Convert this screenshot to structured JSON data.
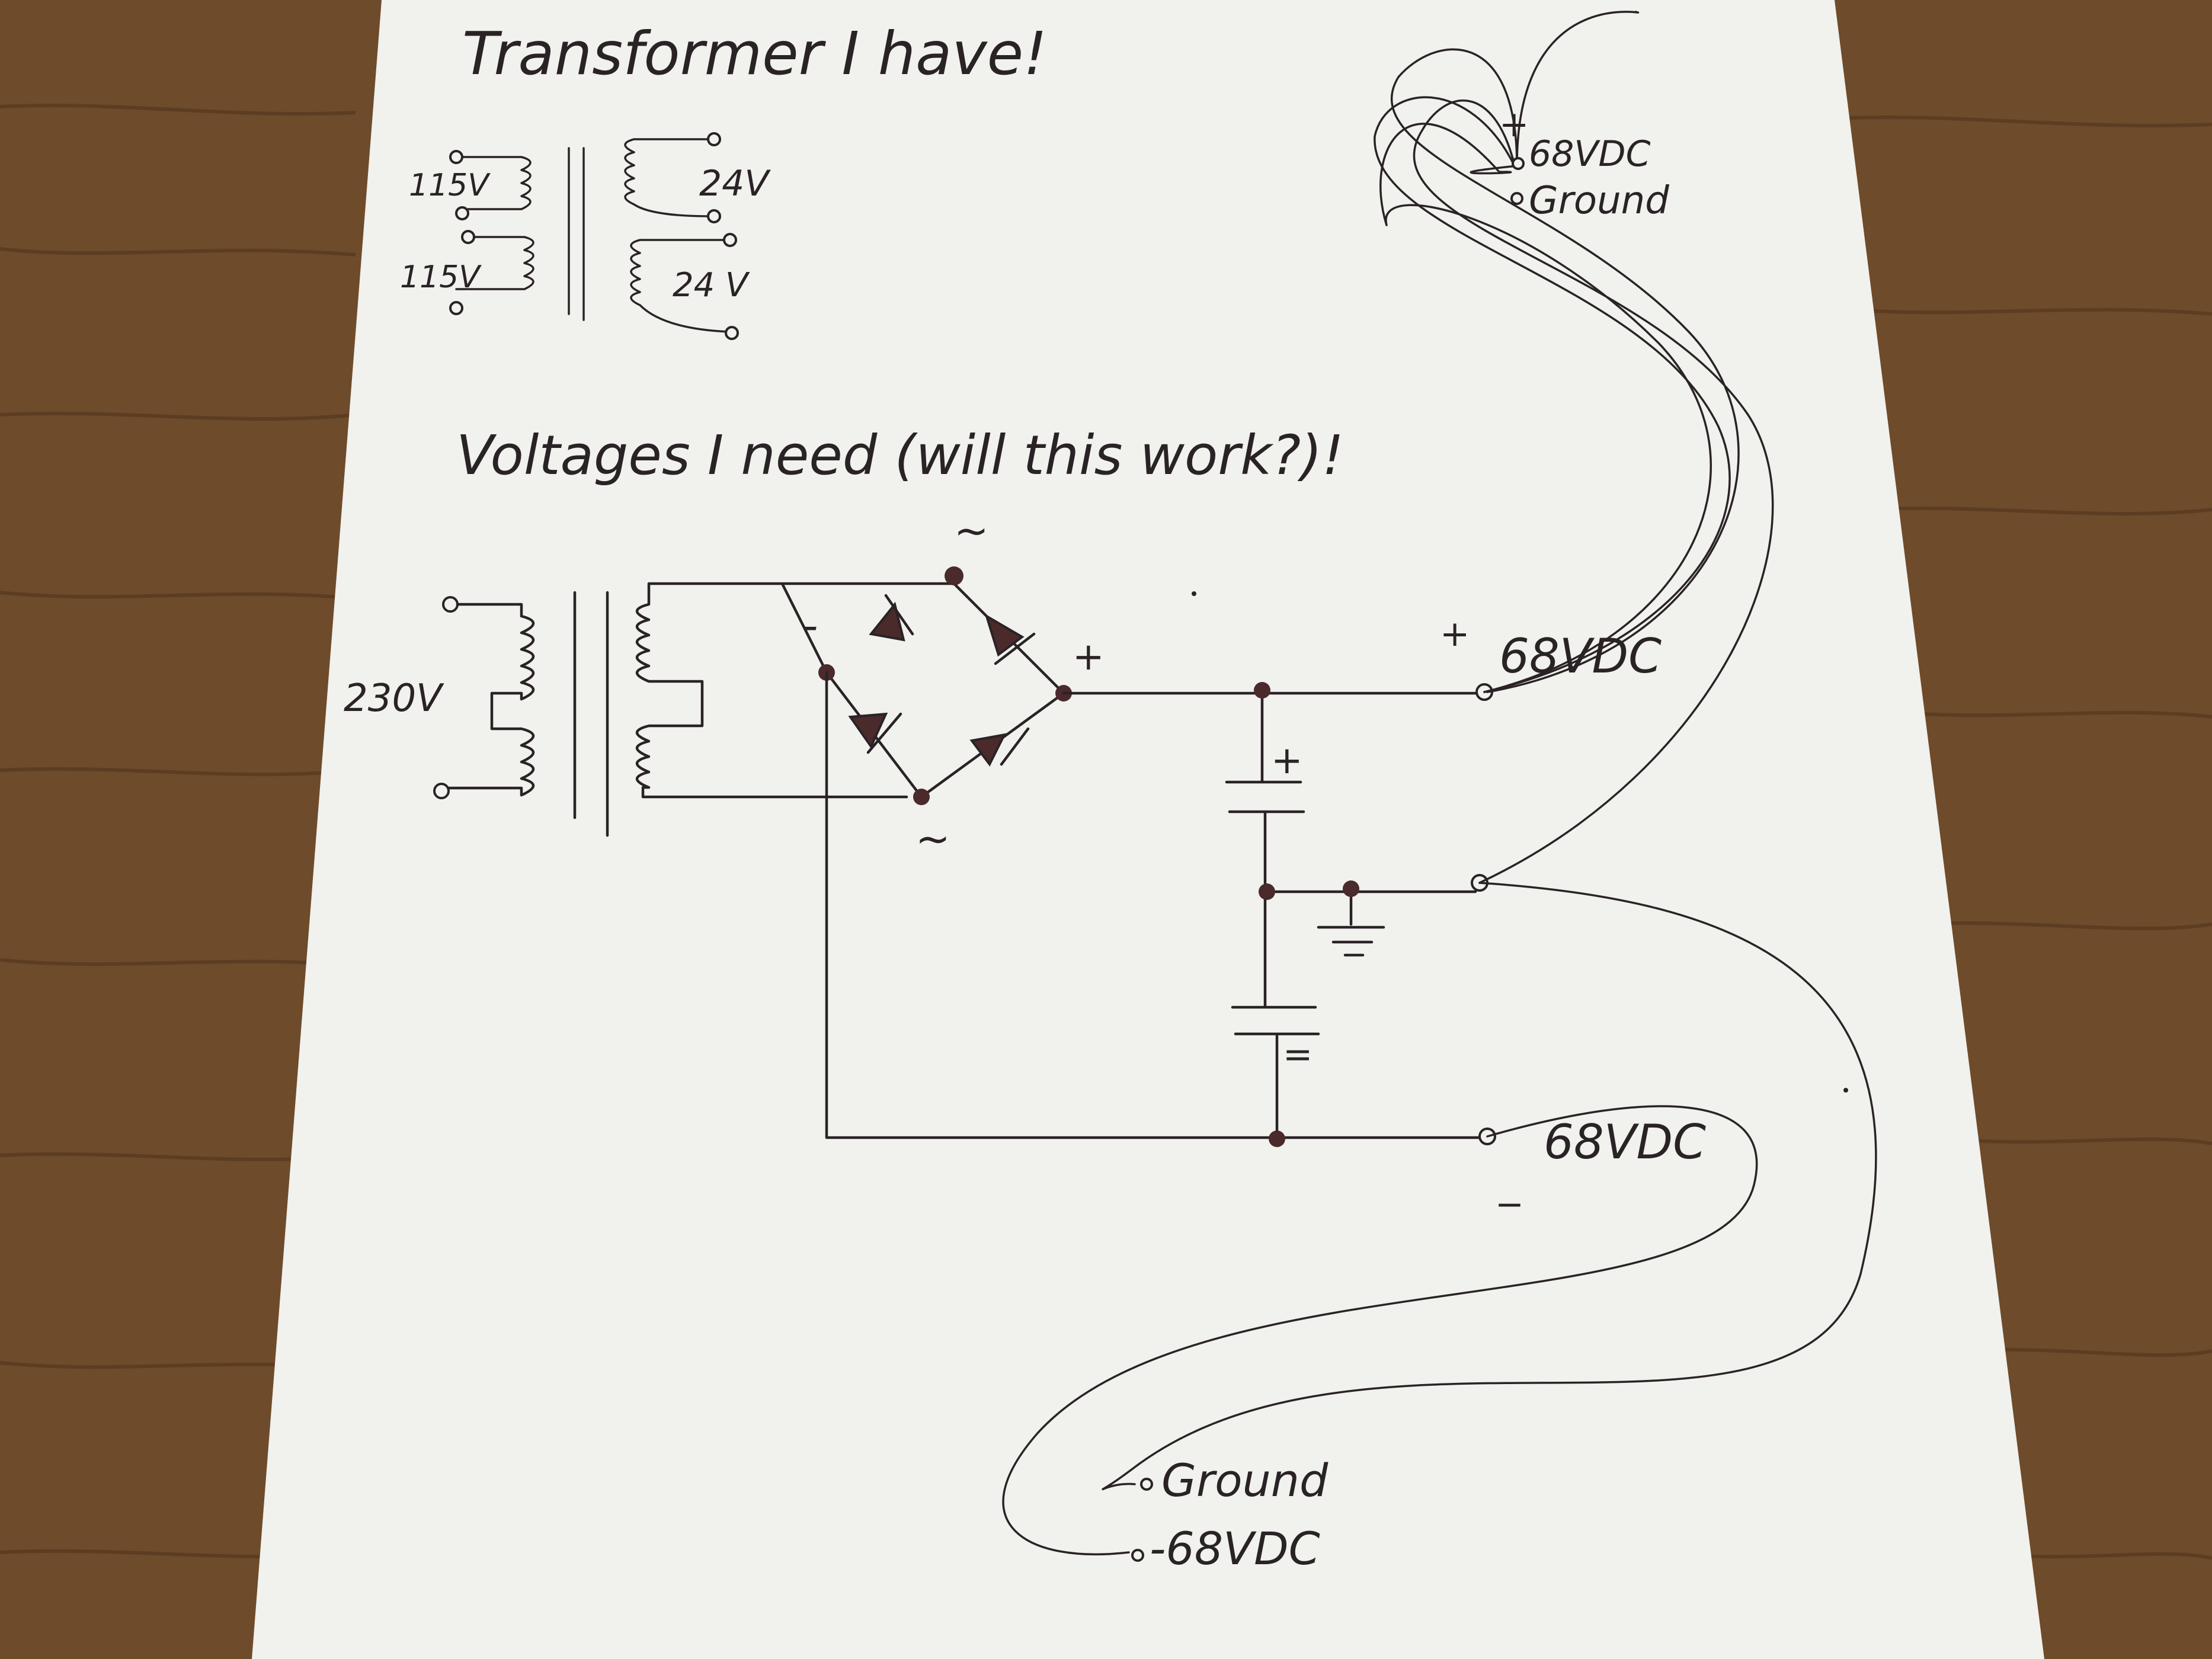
{
  "headings": {
    "transformer_have": "Transformer I have!",
    "voltages_need": "Voltages I need (will this work?)!"
  },
  "small_transformer": {
    "primary_top": "115V",
    "primary_bottom": "115V",
    "secondary_top": "24V",
    "secondary_bottom": "24 V"
  },
  "main_circuit": {
    "input_voltage": "230V",
    "ac_symbol_top": "~",
    "ac_symbol_bottom": "~",
    "bridge_minus": "-",
    "bridge_plus": "+",
    "cap_top_plus": "+",
    "cap_bottom_minus": "=",
    "positive_out_sign": "+",
    "positive_out_label": "68VDC",
    "negative_out_sign": "_",
    "negative_out_label": "68VDC"
  },
  "upper_connector": {
    "plus_sign": "+",
    "voltage": "68VDC",
    "ground": "Ground"
  },
  "lower_connector": {
    "ground": "Ground",
    "voltage": "-68VDC"
  },
  "colors": {
    "ink": "#2a2326",
    "paper": "#f1f1ee",
    "wood": "#6b4a2b",
    "dot": "#4a2a2a"
  }
}
